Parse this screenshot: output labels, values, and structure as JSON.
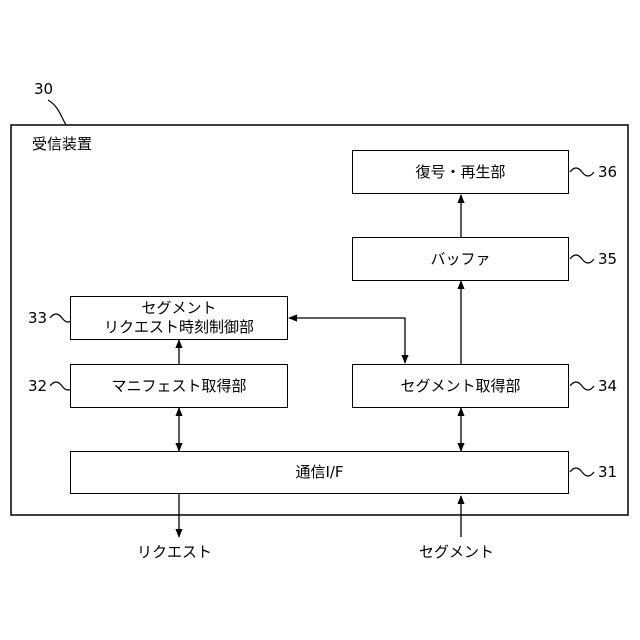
{
  "figure": {
    "ref_outer": "30",
    "outer_title": "受信装置",
    "blocks": {
      "decode": {
        "label": "復号・再生部",
        "ref": "36"
      },
      "buffer": {
        "label": "バッファ",
        "ref": "35"
      },
      "time_control": {
        "line1": "セグメント",
        "line2": "リクエスト時刻制御部",
        "ref": "33"
      },
      "manifest": {
        "label": "マニフェスト取得部",
        "ref": "32"
      },
      "segment_acq": {
        "label": "セグメント取得部",
        "ref": "34"
      },
      "comm": {
        "label": "通信I/F",
        "ref": "31"
      }
    },
    "outputs": {
      "request": "リクエスト",
      "segment": "セグメント"
    }
  }
}
